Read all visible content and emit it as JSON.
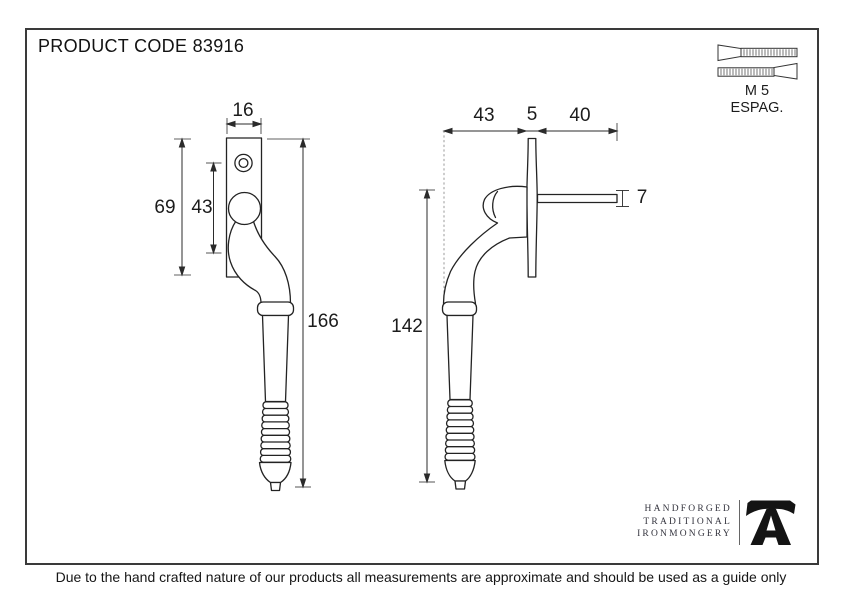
{
  "page": {
    "title": "PRODUCT CODE 83916",
    "disclaimer": "Due to the hand crafted nature of our products all measurements are approximate and should be used as a guide only"
  },
  "screws": {
    "size": "M 5",
    "type": "ESPAG."
  },
  "front_view": {
    "plate_width": "16",
    "plate_height": "69",
    "hole_offset": "43",
    "overall_length": "166"
  },
  "side_view": {
    "projection": "43",
    "plate_thickness": "5",
    "spindle_length": "40",
    "spindle_size": "7",
    "length": "142"
  },
  "branding": {
    "lines": [
      "HANDFORGED",
      "TRADITIONAL",
      "IRONMONGERY"
    ]
  },
  "colors": {
    "line": "#2b2b2b",
    "logo": "#141414",
    "border": "#3a3a3a"
  }
}
